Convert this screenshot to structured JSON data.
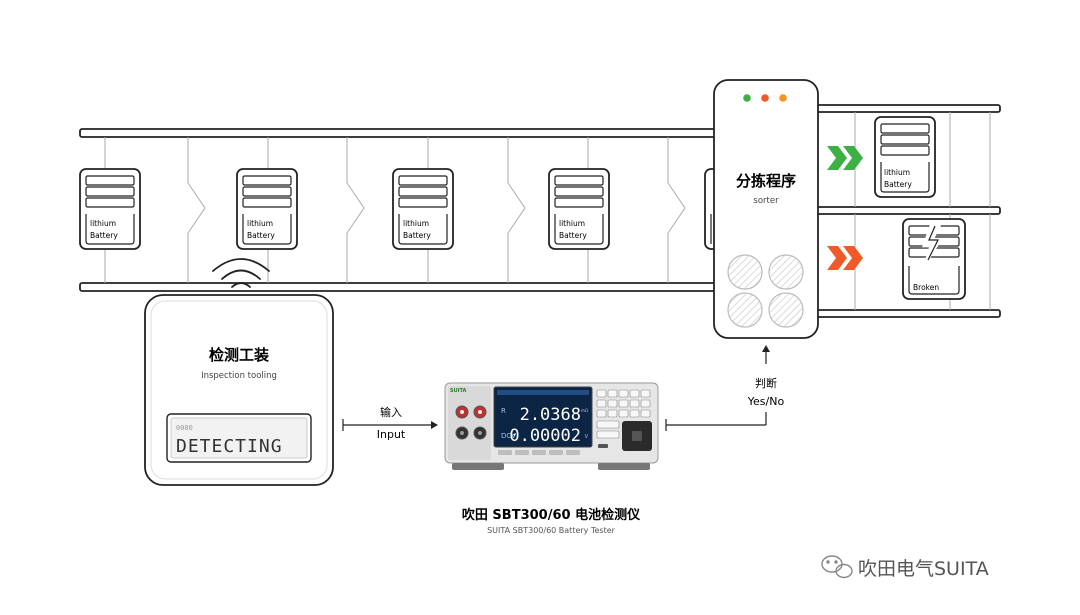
{
  "batteries": [
    {
      "label1": "lithium",
      "label2": "Battery"
    },
    {
      "label1": "lithium",
      "label2": "Battery"
    },
    {
      "label1": "lithium",
      "label2": "Battery"
    },
    {
      "label1": "lithium",
      "label2": "Battery"
    }
  ],
  "sorter": {
    "title": "分拣程序",
    "subtitle": "sorter",
    "lights": [
      "#3cb043",
      "#f05a28",
      "#f7941d"
    ]
  },
  "outputs": {
    "good": {
      "label1": "lithium",
      "label2": "Battery",
      "arrow_color": "#3cb043"
    },
    "bad": {
      "label": "Broken",
      "arrow_color": "#f05a28"
    }
  },
  "inspection": {
    "title": "检测工装",
    "subtitle": "Inspection tooling",
    "display_small": "0000",
    "display": "DETECTING"
  },
  "input_label": {
    "zh": "输入",
    "en": "Input"
  },
  "judge_label": {
    "zh": "判断",
    "en": "Yes/No"
  },
  "tester": {
    "brand": "SUITA",
    "reading_r": "2.0368",
    "reading_v": "0.00002",
    "label_r": "R",
    "label_v": "DCV",
    "unit_r": "mΩ",
    "unit_v": "V",
    "title": "吹田 SBT300/60 电池检测仪",
    "subtitle": "SUITA SBT300/60 Battery Tester"
  },
  "watermark": "吹田电气SUITA"
}
